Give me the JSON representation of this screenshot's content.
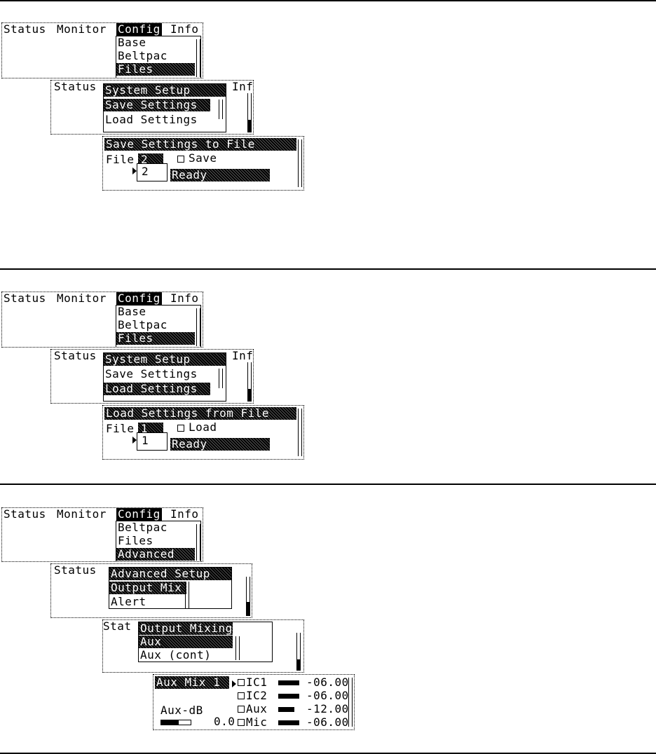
{
  "menubar": {
    "status": "Status",
    "monitor": "Monitor",
    "config": "Config",
    "info": "Info"
  },
  "section1": {
    "menu": [
      "Base",
      "Beltpac",
      "Files"
    ],
    "bg_status": "Status",
    "bg_info": "Info",
    "submenu_title": "System Setup",
    "submenu": [
      "Save Settings",
      "Load Settings"
    ],
    "dialog_title": "Save Settings to File",
    "file_label": "File",
    "file_value": "2",
    "file_option": "2",
    "action": "Save",
    "ready": "Ready"
  },
  "section2": {
    "menu": [
      "Base",
      "Beltpac",
      "Files"
    ],
    "bg_status": "Status",
    "bg_info": "Info",
    "submenu_title": "System Setup",
    "submenu": [
      "Save Settings",
      "Load Settings"
    ],
    "dialog_title": "Load Settings from File",
    "file_label": "File",
    "file_value": "1",
    "file_option": "1",
    "action": "Load",
    "ready": "Ready"
  },
  "section3": {
    "menu": [
      "Beltpac",
      "Files",
      "Advanced"
    ],
    "bg_status": "Status",
    "bg_status_short": "Stat",
    "submenu_title": "Advanced Setup",
    "submenu": [
      "Output Mix",
      "Alert"
    ],
    "mix_title": "Output Mixing",
    "mix_items": [
      "Aux",
      "Aux (cont)"
    ],
    "aux": {
      "title": "Aux Mix 1",
      "label": "Aux-dB",
      "value": "0.0",
      "level_fraction": 0.6,
      "channels": [
        {
          "name": "IC1",
          "value": "-06.00",
          "level": 0.8
        },
        {
          "name": "IC2",
          "value": "-06.00",
          "level": 0.8
        },
        {
          "name": "Aux",
          "value": "-12.00",
          "level": 0.6
        },
        {
          "name": "Mic",
          "value": "-06.00",
          "level": 0.8
        }
      ]
    }
  }
}
